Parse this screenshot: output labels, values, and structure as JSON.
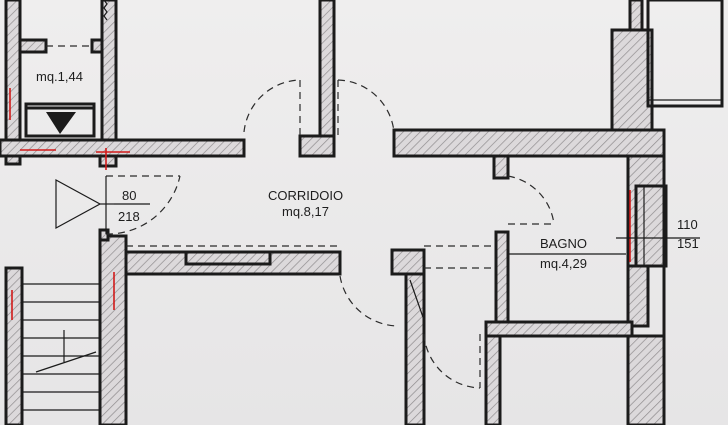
{
  "rooms": {
    "corridor_name": "CORRIDOIO",
    "corridor_area": "mq.8,17",
    "bath_name": "BAGNO",
    "bath_area": "mq.4,29",
    "closet_area": "mq.1,44"
  },
  "openings": {
    "entry_width": "80",
    "entry_height": "218",
    "window_width": "110",
    "window_height": "151"
  }
}
